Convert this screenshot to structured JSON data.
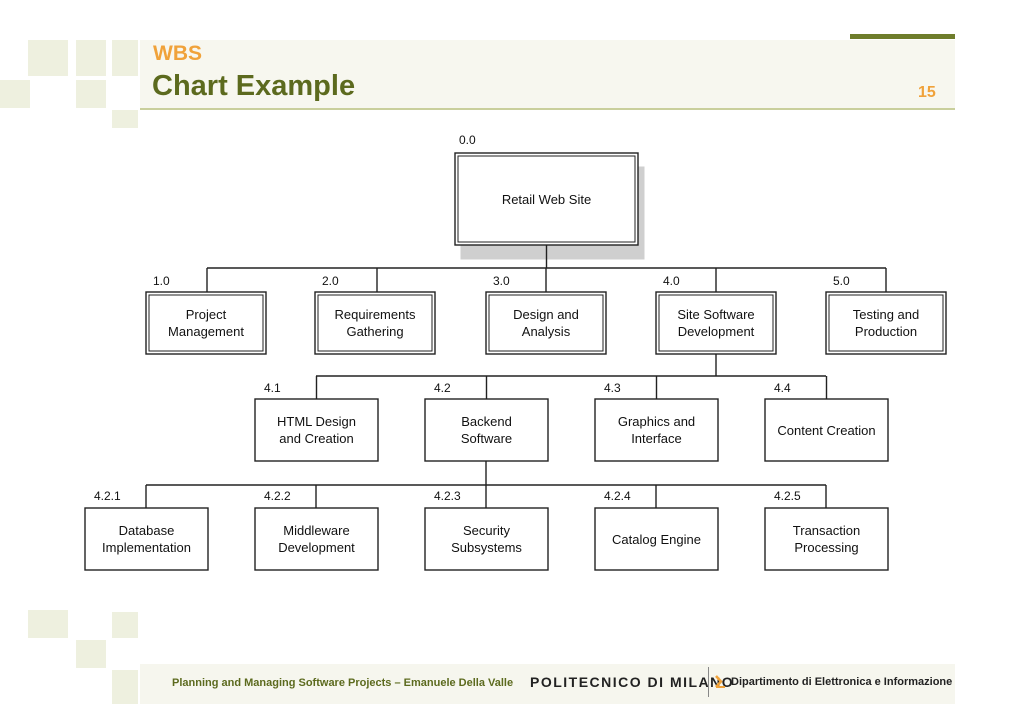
{
  "slide": {
    "title_line1": "WBS",
    "title_line2": "Chart Example",
    "page_number": "15",
    "footer_text": "Planning and Managing Software Projects – Emanuele Della Valle",
    "logo_text": "POLITECNICO DI MILANO",
    "department": "Dipartimento di Elettronica e Informazione",
    "colors": {
      "title_orange": "#f0a23a",
      "title_green": "#5c6a1e"
    }
  },
  "wbs": {
    "root": {
      "code": "0.0",
      "label": "Retail Web Site"
    },
    "level1": [
      {
        "code": "1.0",
        "label": "Project\nManagement"
      },
      {
        "code": "2.0",
        "label": "Requirements\nGathering"
      },
      {
        "code": "3.0",
        "label": "Design and\nAnalysis"
      },
      {
        "code": "4.0",
        "label": "Site Software\nDevelopment"
      },
      {
        "code": "5.0",
        "label": "Testing and\nProduction"
      }
    ],
    "level2": [
      {
        "code": "4.1",
        "label": "HTML Design\nand Creation"
      },
      {
        "code": "4.2",
        "label": "Backend\nSoftware"
      },
      {
        "code": "4.3",
        "label": "Graphics and\nInterface"
      },
      {
        "code": "4.4",
        "label": "Content Creation"
      }
    ],
    "level3": [
      {
        "code": "4.2.1",
        "label": "Database\nImplementation"
      },
      {
        "code": "4.2.2",
        "label": "Middleware\nDevelopment"
      },
      {
        "code": "4.2.3",
        "label": "Security\nSubsystems"
      },
      {
        "code": "4.2.4",
        "label": "Catalog Engine"
      },
      {
        "code": "4.2.5",
        "label": "Transaction\nProcessing"
      }
    ]
  }
}
